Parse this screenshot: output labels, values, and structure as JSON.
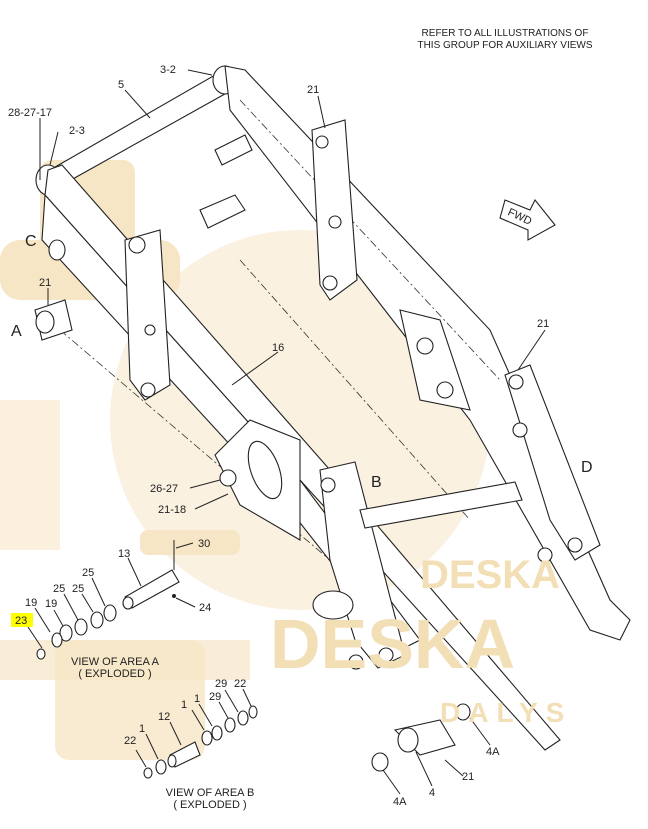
{
  "note": [
    "REFER TO ALL ILLUSTRATIONS OF",
    "THIS GROUP FOR AUXILIARY VIEWS"
  ],
  "fwd_label": "FWD",
  "view_letters": {
    "a": "A",
    "b": "B",
    "c": "C",
    "d": "D"
  },
  "callouts": {
    "c32": "3-2",
    "c5": "5",
    "c282717": "28-27-17",
    "c23top": "2-3",
    "c21a": "21",
    "c21b": "21",
    "c21c": "21",
    "c16": "16",
    "c2627": "26-27",
    "c2118": "21-18",
    "c30": "30",
    "c13": "13",
    "c24": "24",
    "c25a": "25",
    "c25b": "25",
    "c25c": "25",
    "c19a": "19",
    "c19b": "19",
    "c23": "23",
    "c29a": "29",
    "c22a": "22",
    "c29b": "29",
    "c1a": "1",
    "c1b": "1",
    "c12": "12",
    "c1c": "1",
    "c22b": "22",
    "c4a1": "4A",
    "c4a2": "4A",
    "c4": "4",
    "c21d": "21"
  },
  "view_a": [
    "VIEW OF AREA  A",
    "( EXPLODED )"
  ],
  "view_b": [
    "VIEW OF AREA  B",
    "( EXPLODED )"
  ],
  "highlight_color": "#ffff00",
  "watermark": [
    "DESKA",
    "DESKA",
    "DALYS"
  ]
}
